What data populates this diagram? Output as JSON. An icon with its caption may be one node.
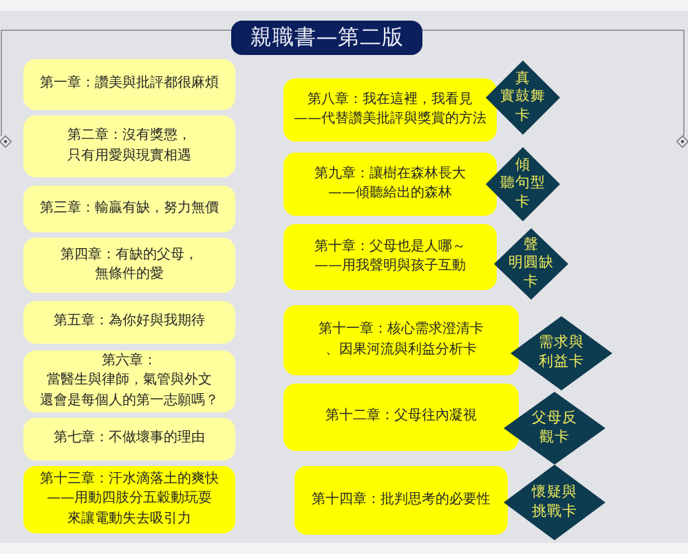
{
  "diagram": {
    "title": "親職書—第二版",
    "nodes": [
      {
        "text": [
          "第一章：讚美與批評都很麻煩"
        ]
      },
      {
        "text": [
          "第二章：沒有獎懲，只有用愛與現實相遇"
        ]
      },
      {
        "text": [
          "第三章：輸贏有缺，努力無價"
        ]
      },
      {
        "text": [
          "第四章：有缺的父母，無條件的愛"
        ]
      },
      {
        "text": [
          "第五章：為你好與我期待"
        ]
      },
      {
        "text": [
          "第六章：當醫生與律師，氣管與外文還會是每個人的第一志願嗎？"
        ]
      },
      {
        "text": [
          "第七章：不做壞事的理由"
        ]
      },
      {
        "text": [
          "第十三章：汗水滴落土的爽快——用動四肢分五穀動玩耍來讓電動失去吸引力"
        ]
      },
      {
        "text": [
          "第八章：我在這裡，我看見——代替讚美批評與獎賞的方法"
        ]
      },
      {
        "text": [
          "真實鼓舞卡"
        ]
      },
      {
        "text": [
          "第九章：讓樹在森林長大——傾聽給出的森林"
        ]
      },
      {
        "text": [
          "傾聽句型卡"
        ]
      },
      {
        "text": [
          "第十章：父母也是人哪～——用我聲明與孩子互動"
        ]
      },
      {
        "text": [
          "聲明圓缺卡"
        ]
      },
      {
        "text": [
          "第十一章：核心需求澄清卡、因果河流與利益分析卡"
        ]
      },
      {
        "text": [
          "需求與利益卡"
        ]
      },
      {
        "text": [
          "第十二章：父母往內凝視"
        ]
      },
      {
        "text": [
          "父母反觀卡"
        ]
      },
      {
        "text": [
          "第十四章：批判思考的必要性"
        ]
      },
      {
        "text": [
          "懷疑與挑戰卡"
        ]
      }
    ]
  }
}
